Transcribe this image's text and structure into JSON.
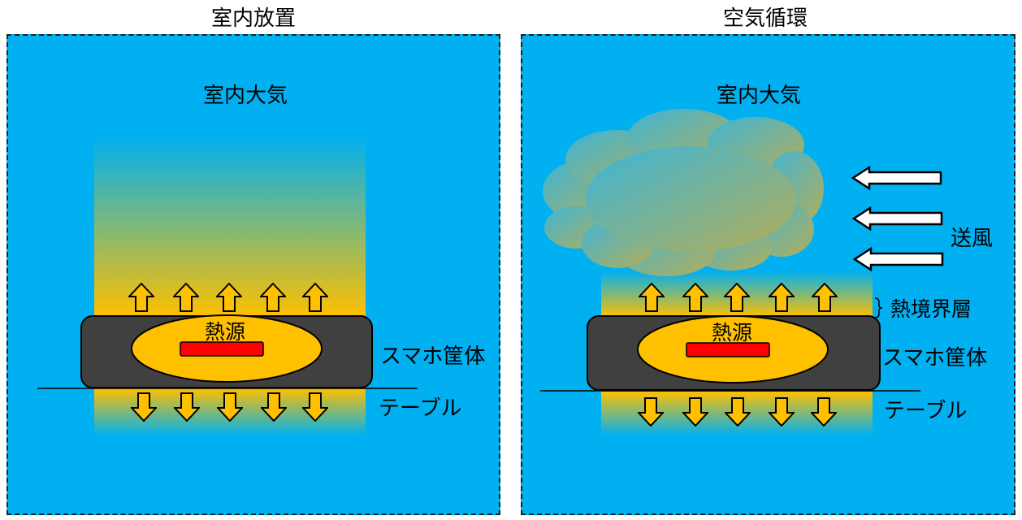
{
  "left": {
    "title": "室内放置",
    "air_label": "室内大気",
    "heat_source_label": "熱源",
    "case_label": "スマホ筐体",
    "table_label": "テーブル"
  },
  "right": {
    "title": "空気循環",
    "air_label": "室内大気",
    "heat_source_label": "熱源",
    "case_label": "スマホ筐体",
    "table_label": "テーブル",
    "wind_label": "送風",
    "boundary_layer_label": "熱境界層"
  },
  "colors": {
    "air": "#00b0f0",
    "heat": "#ffc000",
    "source": "#ff0000",
    "case": "#404040"
  }
}
